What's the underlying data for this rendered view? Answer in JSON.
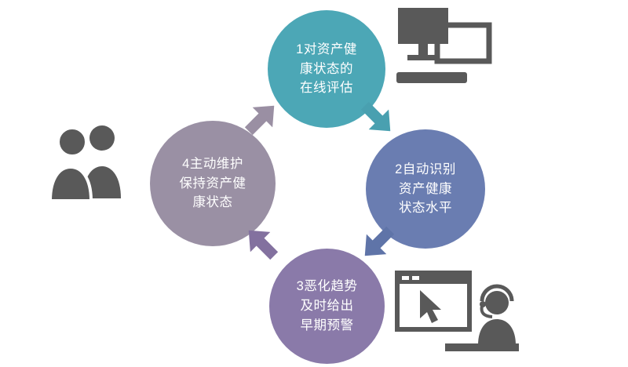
{
  "diagram": {
    "title": "",
    "steps": [
      {
        "id": "1",
        "label": "1对资产健\n康状态的\n在线评估",
        "color": "#4CA7B6"
      },
      {
        "id": "2",
        "label": "2自动识别\n资产健康\n状态水平",
        "color": "#6A7DB1"
      },
      {
        "id": "3",
        "label": "3恶化趋势\n及时给出\n早期预警",
        "color": "#8A7AA9"
      },
      {
        "id": "4",
        "label": "4主动维护\n保持资产健\n康状态",
        "color": "#9A90A4"
      }
    ],
    "arrows": [
      {
        "from": "4",
        "to": "1",
        "direction": "up-right",
        "color": "#9A8FA3"
      },
      {
        "from": "1",
        "to": "2",
        "direction": "down-right",
        "color": "#49A0B0"
      },
      {
        "from": "2",
        "to": "3",
        "direction": "down-left",
        "color": "#5F74A8"
      },
      {
        "from": "3",
        "to": "4",
        "direction": "up-left",
        "color": "#83719F"
      }
    ],
    "icons": [
      {
        "name": "dual-monitors-icon"
      },
      {
        "name": "team-people-icon"
      },
      {
        "name": "support-operator-icon"
      }
    ],
    "icon_color": "#595959"
  }
}
